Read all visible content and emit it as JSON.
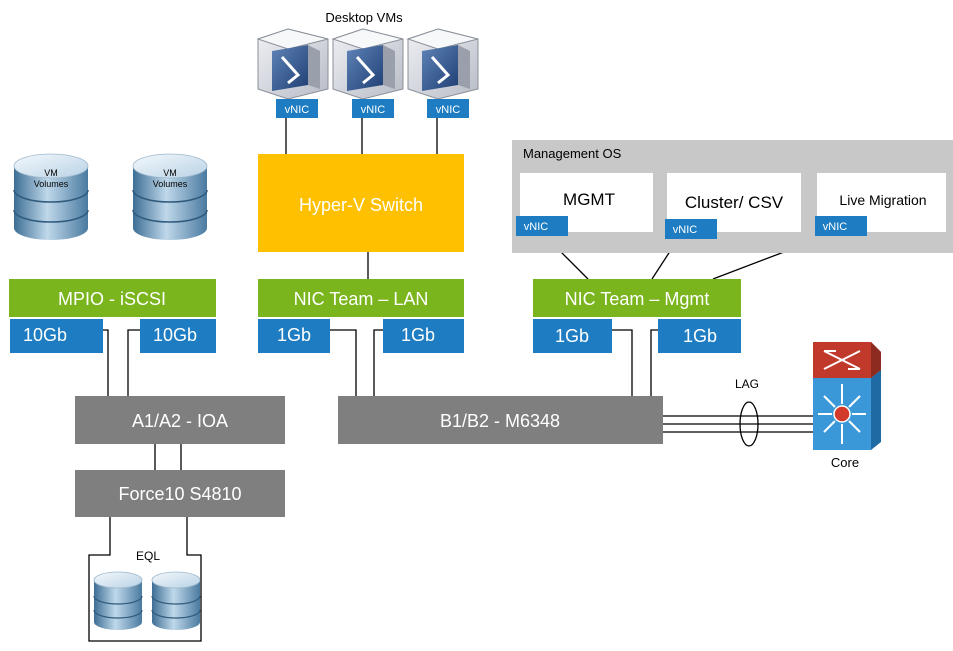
{
  "labels": {
    "desktop_vms": "Desktop VMs",
    "management_os": "Management OS",
    "vm_volumes_line1": "VM",
    "vm_volumes_line2": "Volumes",
    "hyperv_switch": "Hyper-V Switch",
    "mpio": "MPIO - iSCSI",
    "nic_team_lan": "NIC Team – LAN",
    "nic_team_mgmt": "NIC Team – Mgmt",
    "ioa": "A1/A2 - IOA",
    "m6348": "B1/B2 - M6348",
    "force10": "Force10 S4810",
    "eql": "EQL",
    "lag": "LAG",
    "core": "Core",
    "mgmt": "MGMT",
    "cluster_csv": "Cluster/ CSV",
    "live_migration": "Live Migration",
    "vnic": "vNIC",
    "port_10gb": "10Gb",
    "port_1gb": "1Gb"
  },
  "colors": {
    "green": "#7ab51d",
    "orange": "#ffc000",
    "gray_box": "#7f7f7f",
    "mgmt_panel": "#c8c8c8",
    "nic_blue": "#1e7dc2",
    "router_red": "#c0392b",
    "switch_blue": "#3a98d8"
  },
  "icons": {
    "vm": "desktop-vm-icon",
    "db": "database-icon",
    "router": "router-icon",
    "core_switch": "core-switch-icon"
  }
}
